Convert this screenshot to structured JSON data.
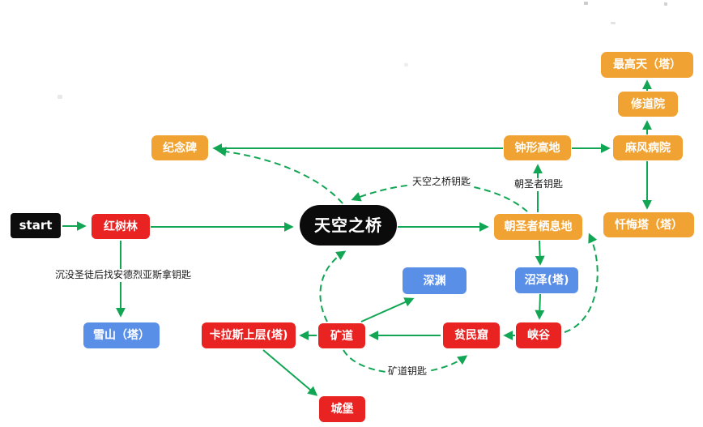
{
  "diagram": {
    "nodes": {
      "start": "start",
      "mangrove": "红树林",
      "monument": "纪念碑",
      "bell_highland": "钟形高地",
      "leper_hospital": "麻风病院",
      "monastery": "修道院",
      "highest_heaven": "最高天（塔）",
      "confession_tower": "忏悔塔（塔）",
      "pilgrim_rest": "朝圣者栖息地",
      "sky_bridge": "天空之桥",
      "abyss": "深渊",
      "swamp_tower": "沼泽(塔)",
      "snow_mountain": "雪山（塔）",
      "karas_upper": "卡拉斯上层(塔)",
      "mine": "矿道",
      "slum": "贫民窟",
      "canyon": "峡谷",
      "castle": "城堡"
    },
    "edge_labels": {
      "sky_bridge_key": "天空之桥钥匙",
      "pilgrim_key": "朝圣者钥匙",
      "andreas_key": "沉没圣徒后找安德烈亚斯拿钥匙",
      "mine_key": "矿道钥匙"
    },
    "edges": [
      {
        "from": "start",
        "to": "mangrove",
        "style": "solid"
      },
      {
        "from": "mangrove",
        "to": "sky_bridge",
        "style": "solid"
      },
      {
        "from": "mangrove",
        "to": "snow_mountain",
        "style": "solid",
        "label": "沉没圣徒后找安德烈亚斯拿钥匙"
      },
      {
        "from": "sky_bridge",
        "to": "pilgrim_rest",
        "style": "solid"
      },
      {
        "from": "pilgrim_rest",
        "to": "bell_highland",
        "style": "solid",
        "label": "朝圣者钥匙"
      },
      {
        "from": "bell_highland",
        "to": "monument",
        "style": "solid"
      },
      {
        "from": "bell_highland",
        "to": "leper_hospital",
        "style": "solid"
      },
      {
        "from": "leper_hospital",
        "to": "monastery",
        "style": "solid"
      },
      {
        "from": "monastery",
        "to": "highest_heaven",
        "style": "solid"
      },
      {
        "from": "leper_hospital",
        "to": "confession_tower",
        "style": "solid"
      },
      {
        "from": "pilgrim_rest",
        "to": "swamp_tower",
        "style": "solid"
      },
      {
        "from": "swamp_tower",
        "to": "canyon",
        "style": "solid"
      },
      {
        "from": "canyon",
        "to": "slum",
        "style": "solid"
      },
      {
        "from": "slum",
        "to": "mine",
        "style": "solid"
      },
      {
        "from": "mine",
        "to": "abyss",
        "style": "solid"
      },
      {
        "from": "mine",
        "to": "karas_upper",
        "style": "solid"
      },
      {
        "from": "karas_upper",
        "to": "castle",
        "style": "solid"
      },
      {
        "from": "pilgrim_rest",
        "to": "sky_bridge",
        "style": "dashed",
        "label": "天空之桥钥匙"
      },
      {
        "from": "sky_bridge",
        "to": "monument",
        "style": "dashed"
      },
      {
        "from": "mine",
        "to": "sky_bridge",
        "style": "dashed"
      },
      {
        "from": "canyon",
        "to": "pilgrim_rest",
        "style": "dashed"
      },
      {
        "from": "mine",
        "to": "slum",
        "style": "dashed",
        "label": "矿道钥匙"
      }
    ],
    "colors": {
      "arrow_green": "#12A654",
      "node_orange": "#F0A232",
      "node_red": "#E92222",
      "node_blue": "#5A8FE8",
      "node_black": "#0d0d0d",
      "background": "#ffffff"
    }
  }
}
